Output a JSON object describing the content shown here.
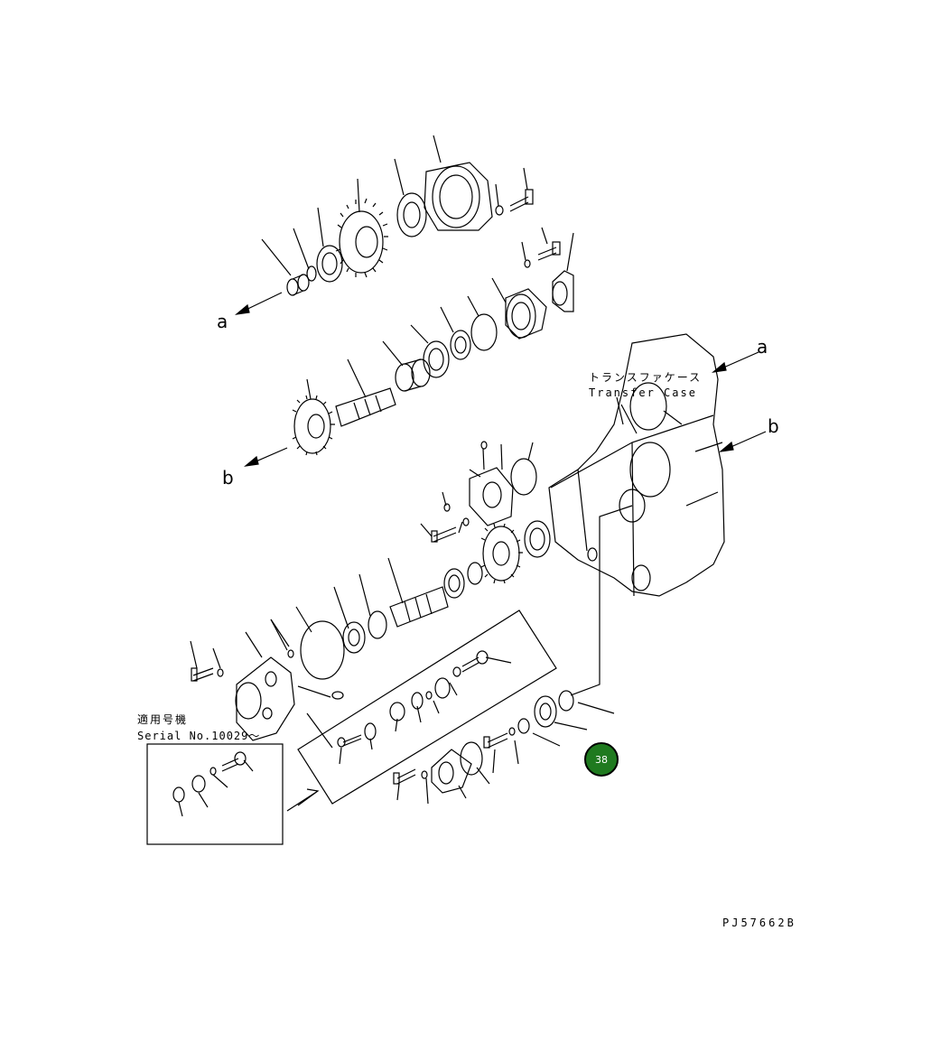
{
  "labels": {
    "a_top_left": "a",
    "a_right": "a",
    "b_left": "b",
    "b_right": "b"
  },
  "transfer_case": {
    "jp": "トランスファケース",
    "en": "Transfer Case"
  },
  "serial": {
    "jp": "適用号機",
    "en": "Serial No.10029～"
  },
  "callout": {
    "number": "38",
    "color": "#1f7a1f"
  },
  "figure_code": "PJ57662B"
}
